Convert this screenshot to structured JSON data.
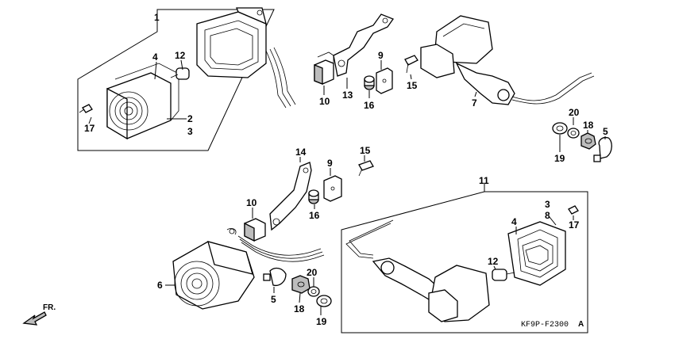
{
  "labels": {
    "l1": "1",
    "l2": "2",
    "l3": "3",
    "l4": "4",
    "l5a": "5",
    "l5b": "5",
    "l6": "6",
    "l7": "7",
    "l8a": "8",
    "l9a": "9",
    "l9b": "9",
    "l10a": "10",
    "l10b": "10",
    "l11": "11",
    "l12a": "12",
    "l12b": "12",
    "l13": "13",
    "l14": "14",
    "l15a": "15",
    "l15b": "15",
    "l16a": "16",
    "l16b": "16",
    "l17a": "17",
    "l17b": "17",
    "l18a": "18",
    "l18b": "18",
    "l19a": "19",
    "l19b": "19",
    "l20a": "20",
    "l20b": "20",
    "l3b": "3",
    "l4b": "4"
  },
  "front_indicator": "FR.",
  "diagram_code": "KF9P-F2300",
  "diagram_code_suffix": "A"
}
